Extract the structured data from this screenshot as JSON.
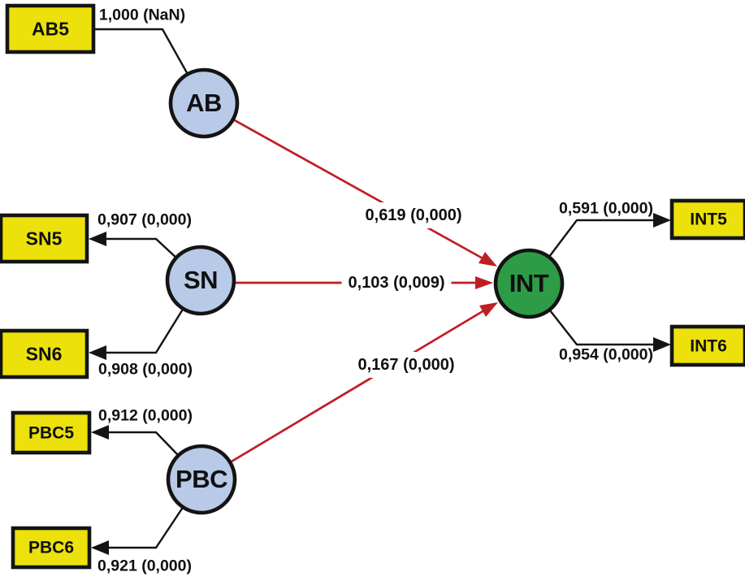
{
  "colors": {
    "yellow": "#ece10a",
    "blue": "#b9c9e8",
    "green": "#2e9c47",
    "red": "#bf1e25",
    "black": "#141414",
    "background": "#ffffff"
  },
  "model": {
    "type": "sem-path-diagram",
    "latent_variables": [
      {
        "id": "AB",
        "label": "AB",
        "role": "exogenous"
      },
      {
        "id": "SN",
        "label": "SN",
        "role": "exogenous"
      },
      {
        "id": "PBC",
        "label": "PBC",
        "role": "exogenous"
      },
      {
        "id": "INT",
        "label": "INT",
        "role": "endogenous"
      }
    ],
    "indicators": [
      {
        "id": "AB5",
        "label": "AB5",
        "latent": "AB",
        "loading": "1,000 (NaN)"
      },
      {
        "id": "SN5",
        "label": "SN5",
        "latent": "SN",
        "loading": "0,907 (0,000)"
      },
      {
        "id": "SN6",
        "label": "SN6",
        "latent": "SN",
        "loading": "0,908 (0,000)"
      },
      {
        "id": "PBC5",
        "label": "PBC5",
        "latent": "PBC",
        "loading": "0,912 (0,000)"
      },
      {
        "id": "PBC6",
        "label": "PBC6",
        "latent": "PBC",
        "loading": "0,921 (0,000)"
      },
      {
        "id": "INT5",
        "label": "INT5",
        "latent": "INT",
        "loading": "0,591 (0,000)"
      },
      {
        "id": "INT6",
        "label": "INT6",
        "latent": "INT",
        "loading": "0,954 (0,000)"
      }
    ],
    "paths": [
      {
        "from": "AB",
        "to": "INT",
        "coefficient": "0,619 (0,000)"
      },
      {
        "from": "SN",
        "to": "INT",
        "coefficient": "0,103 (0,009)"
      },
      {
        "from": "PBC",
        "to": "INT",
        "coefficient": "0,167 (0,000)"
      }
    ]
  }
}
